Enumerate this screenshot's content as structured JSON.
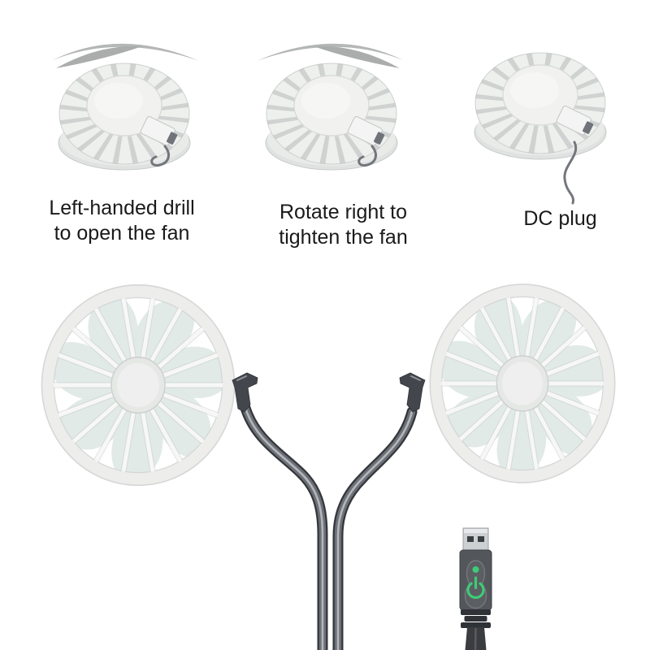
{
  "captions": {
    "step1": {
      "line1": "Left-handed drill",
      "line2": "to open the fan"
    },
    "step2": {
      "line1": "Rotate right to",
      "line2": "tighten the fan"
    },
    "step3": {
      "line1": "DC plug"
    }
  },
  "icons": {
    "rotate_left": "rotate-left-arrow",
    "rotate_right": "rotate-right-arrow",
    "dc_plug": "dc-plug-connector",
    "usb": "usb-a-plug",
    "power": "power-icon",
    "led": "led-indicator-dot"
  },
  "colors": {
    "background": "#ffffff",
    "text": "#1a1a1a",
    "accent_green": "#3ecb76",
    "fan_frame": "#ededec",
    "fan_blade": "#dee8e5",
    "gooseneck": "#6c7076",
    "usb_body": "#53565b"
  }
}
